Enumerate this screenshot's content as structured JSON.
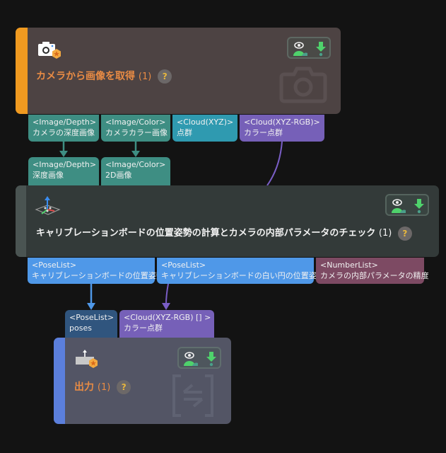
{
  "colors": {
    "background": "#131313",
    "teal_port": "#3e8e83",
    "cyan_port": "#2f9ab0",
    "purple_port": "#7660b8",
    "blue_port": "#4f98e8",
    "maroon_port": "#7d4a63",
    "navy_port": "#30557e",
    "node1_bg": "#4d4343",
    "node1_accent": "#f09a20",
    "node2_bg": "#333a39",
    "node2_accent": "#4a5452",
    "node3_bg": "#535565",
    "node3_accent": "#5b7fdc",
    "orange_title": "#e88b44",
    "white_title": "#f2f2f2"
  },
  "nodes": [
    {
      "id": "capture-images",
      "title": "カメラから画像を取得",
      "count": "(1)",
      "help": "?",
      "icon": "camera-star-icon",
      "watermark": "camera-icon",
      "toolbox": [
        "visualize-output-icon",
        "debug-output-icon"
      ],
      "outputs": [
        {
          "type": "<Image/Depth>",
          "label": "カメラの深度画像"
        },
        {
          "type": "<Image/Color>",
          "label": "カメラカラー画像"
        },
        {
          "type": "<Cloud(XYZ)>",
          "label": "点群"
        },
        {
          "type": "<Cloud(XYZ-RGB)>",
          "label": "カラー点群"
        }
      ]
    },
    {
      "id": "calib-board",
      "title": "キャリブレーションボードの位置姿勢の計算とカメラの内部パラメータのチェック",
      "count": "(1)",
      "help": "?",
      "icon": "pose-axes-icon",
      "toolbox": [
        "visualize-output-icon",
        "debug-output-icon"
      ],
      "inputs": [
        {
          "type": "<Image/Depth>",
          "label": "深度画像"
        },
        {
          "type": "<Image/Color>",
          "label": "2D画像"
        }
      ],
      "outputs": [
        {
          "type": "<PoseList>",
          "label": "キャリブレーションボードの位置姿勢"
        },
        {
          "type": "<PoseList>",
          "label": "キャリブレーションボードの白い円の位置姿勢"
        },
        {
          "type": "<NumberList>",
          "label": "カメラの内部パラメータの精度"
        }
      ]
    },
    {
      "id": "output",
      "title": "出力",
      "count": "(1)",
      "help": "?",
      "icon": "output-star-icon",
      "watermark": "output-exchange-icon",
      "toolbox": [
        "visualize-output-icon",
        "debug-output-icon"
      ],
      "inputs": [
        {
          "type": "<PoseList>",
          "label": "poses"
        },
        {
          "type": "<Cloud(XYZ-RGB) [] >",
          "label": "カラー点群"
        }
      ]
    }
  ]
}
